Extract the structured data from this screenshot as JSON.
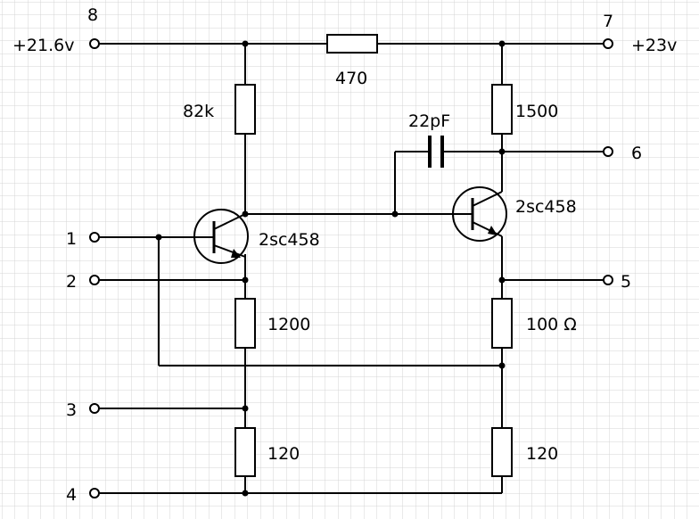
{
  "colors": {
    "grid": "#d4d4d4",
    "ink": "#000000",
    "background": "#ffffff"
  },
  "terminals": {
    "t1": "1",
    "t2": "2",
    "t3": "3",
    "t4": "4",
    "t5": "5",
    "t6": "6",
    "t7": "7",
    "t8": "8"
  },
  "supply": {
    "left": "+21.6v",
    "right": "+23v"
  },
  "components": {
    "r_top": "470",
    "r_82k": "82k",
    "r_1500": "1500",
    "cap": "22pF",
    "q1": "2sc458",
    "q2": "2sc458",
    "r_1200": "1200",
    "r_100": "100 Ω",
    "r_120_left": "120",
    "r_120_right": "120"
  }
}
